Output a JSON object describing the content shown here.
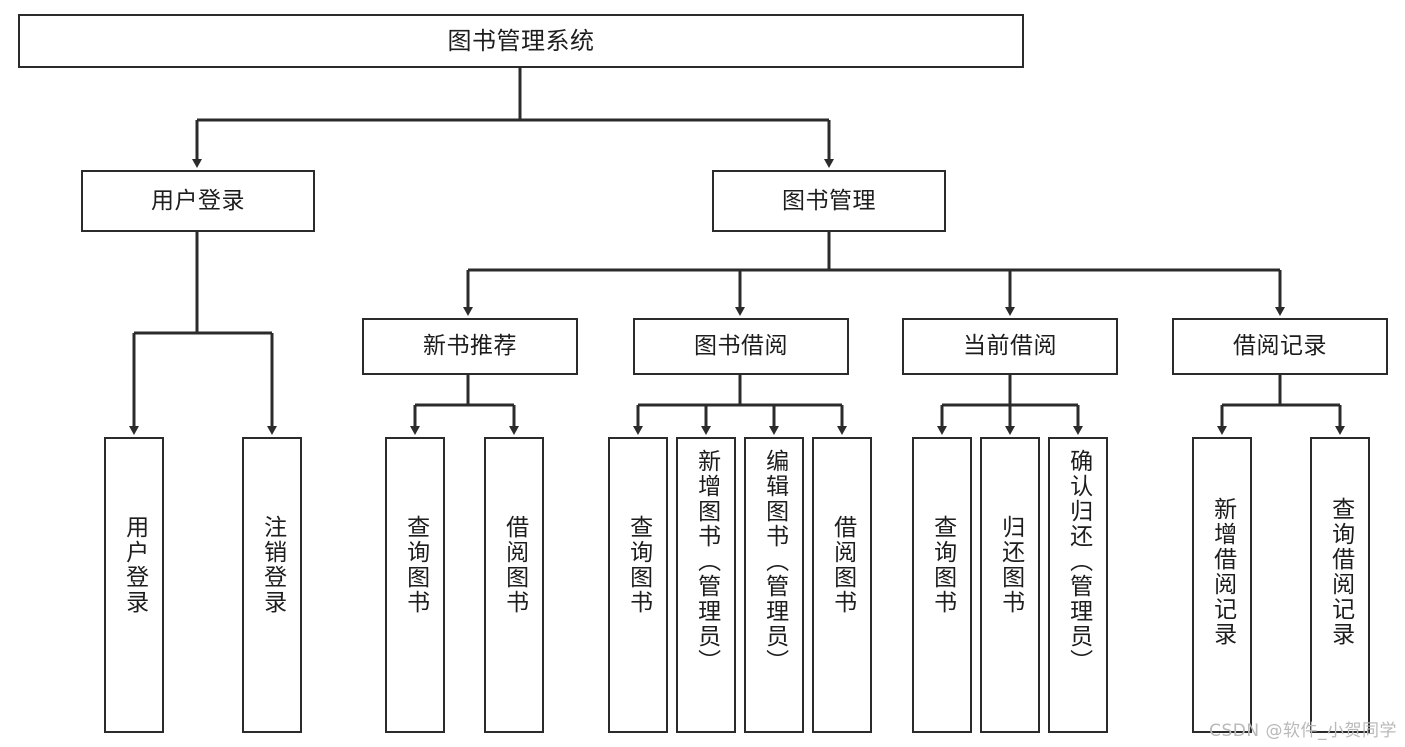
{
  "diagram": {
    "type": "tree-hierarchy",
    "title": "图书管理系统",
    "root": {
      "label": "图书管理系统"
    },
    "level1": [
      {
        "id": "user-login",
        "label": "用户登录"
      },
      {
        "id": "book-manage",
        "label": "图书管理"
      }
    ],
    "level2": [
      {
        "id": "new-book-rec",
        "label": "新书推荐"
      },
      {
        "id": "book-borrow",
        "label": "图书借阅"
      },
      {
        "id": "current-borrow",
        "label": "当前借阅"
      },
      {
        "id": "borrow-record",
        "label": "借阅记录"
      }
    ],
    "leaves": {
      "user_login": [
        {
          "id": "leaf-user-login",
          "label": "用户登录"
        },
        {
          "id": "leaf-logout",
          "label": "注销登录"
        }
      ],
      "new_book_rec": [
        {
          "id": "leaf-query-book-1",
          "label": "查询图书"
        },
        {
          "id": "leaf-borrow-book-1",
          "label": "借阅图书"
        }
      ],
      "book_borrow": [
        {
          "id": "leaf-query-book-2",
          "label": "查询图书"
        },
        {
          "id": "leaf-add-book",
          "label": "新增图书（管理员）"
        },
        {
          "id": "leaf-edit-book",
          "label": "编辑图书（管理员）"
        },
        {
          "id": "leaf-borrow-book-2",
          "label": "借阅图书"
        }
      ],
      "current_borrow": [
        {
          "id": "leaf-query-book-3",
          "label": "查询图书"
        },
        {
          "id": "leaf-return-book",
          "label": "归还图书"
        },
        {
          "id": "leaf-confirm-return",
          "label": "确认归还（管理员）"
        }
      ],
      "borrow_record": [
        {
          "id": "leaf-add-record",
          "label": "新增借阅记录"
        },
        {
          "id": "leaf-query-record",
          "label": "查询借阅记录"
        }
      ]
    }
  },
  "watermark": {
    "text": "CSDN @软件_小贺同学"
  },
  "colors": {
    "border": "#2b2b2b",
    "background": "#ffffff",
    "text": "#1d1d1d",
    "wire": "#2b2b2b",
    "watermark": "#b9b9b9"
  }
}
